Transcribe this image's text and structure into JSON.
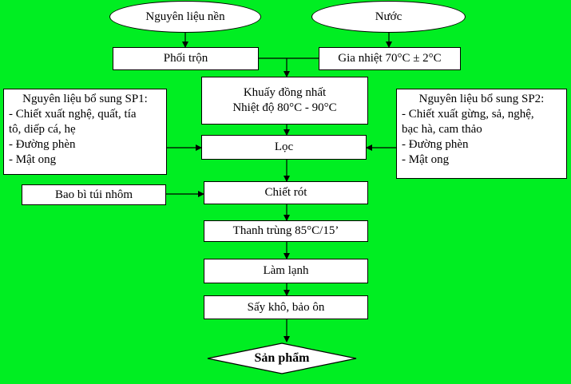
{
  "diagram": {
    "top_left_oval": "Nguyên liệu nền",
    "top_right_oval": "Nước",
    "mixing": "Phối trộn",
    "heating": "Gia nhiệt 70°C ± 2°C",
    "stirring_line1": "Khuấy đồng nhất",
    "stirring_line2": "Nhiệt độ 80°C - 90°C",
    "supplement_sp1": {
      "title": "Nguyên liệu bổ sung SP1:",
      "lines": [
        "- Chiết xuất nghệ, quất, tía",
        "tô, diếp cá, hẹ",
        "- Đường phèn",
        "- Mật ong"
      ]
    },
    "supplement_sp2": {
      "title": "Nguyên liệu bổ sung SP2:",
      "lines": [
        "- Chiết xuất gừng, sả, nghệ,",
        "bạc hà, cam thảo",
        "- Đường phèn",
        "- Mật ong"
      ]
    },
    "filter": "Lọc",
    "packaging": "Bao bì túi nhôm",
    "filling": "Chiết rót",
    "sterilization": "Thanh trùng 85°C/15’",
    "cooling": "Làm lạnh",
    "drying": "Sấy khô, bảo ôn",
    "product": "Sản phẩm"
  },
  "colors": {
    "background": "#00ee22",
    "box_fill": "#ffffff",
    "line": "#000000"
  }
}
